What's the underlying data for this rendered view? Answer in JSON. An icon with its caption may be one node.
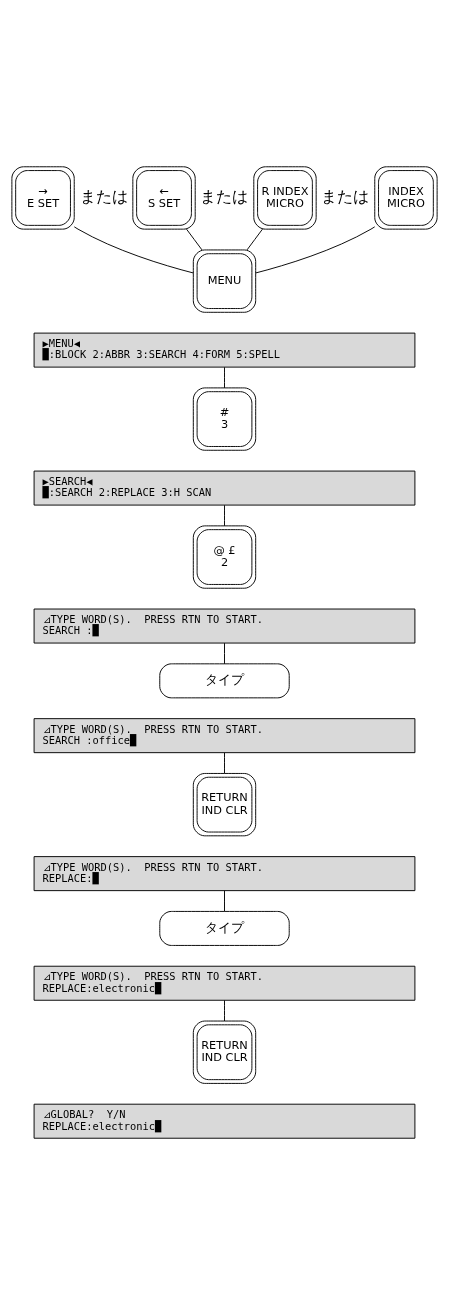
{
  "diagram": {
    "nodes": [
      {
        "text": [
          "→",
          "E SET"
        ]
      },
      {
        "text": [
          "←",
          "S SET"
        ]
      },
      {
        "text": [
          "R INDEX",
          "MICRO"
        ]
      },
      {
        "text": [
          "INDEX",
          "MICRO"
        ]
      },
      {
        "text": [
          "MENU"
        ]
      },
      {
        "text": [
          "▶MENU◀",
          "█:BLOCK 2:ABBR 3:SEARCH 4:FORM 5:SPELL"
        ]
      },
      {
        "text": [
          "#",
          "3"
        ]
      },
      {
        "text": [
          "▶SEARCH◀",
          "█:SEARCH 2:REPLACE 3:H SCAN"
        ]
      },
      {
        "text": [
          "@ £",
          "2"
        ]
      },
      {
        "text": [
          "⊿TYPE WORD(S).  PRESS RTN TO START.",
          "SEARCH :█"
        ]
      },
      {
        "text": [
          "タイプ"
        ]
      },
      {
        "text": [
          "⊿TYPE WORD(S).  PRESS RTN TO START.",
          "SEARCH :office█"
        ]
      },
      {
        "text": [
          "RETURN",
          "IND CLR"
        ]
      },
      {
        "text": [
          "⊿TYPE WORD(S).  PRESS RTN TO START.",
          "REPLACE:█"
        ]
      },
      {
        "text": [
          "タイプ"
        ]
      },
      {
        "text": [
          "⊿TYPE WORD(S).  PRESS RTN TO START.",
          "REPLACE:electronic█"
        ]
      },
      {
        "text": [
          "RETURN",
          "IND CLR"
        ]
      },
      {
        "text": [
          "⊿GLOBAL?  Y/N",
          "REPLACE:electronic█"
        ]
      }
    ],
    "edges": [
      {
        "from": 0,
        "to": 4,
        "arrow": "none"
      },
      {
        "from": 1,
        "to": 4,
        "arrow": "none"
      },
      {
        "from": 2,
        "to": 4,
        "arrow": "none"
      },
      {
        "from": 3,
        "to": 4,
        "arrow": "none"
      },
      {
        "from": 5,
        "to": 6,
        "arrow": "none"
      },
      {
        "from": 7,
        "to": 8,
        "arrow": "none"
      },
      {
        "from": 9,
        "to": 10,
        "arrow": "none"
      },
      {
        "from": 11,
        "to": 12,
        "arrow": "none"
      },
      {
        "from": 13,
        "to": 14,
        "arrow": "none"
      },
      {
        "from": 15,
        "to": 16,
        "arrow": "none"
      }
    ],
    "labels": [
      "または",
      "または",
      "または"
    ]
  }
}
